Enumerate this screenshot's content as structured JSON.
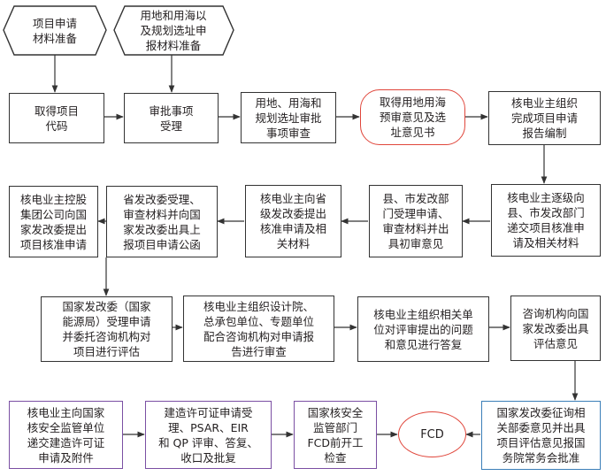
{
  "nodes": {
    "n1": "项目申请\n材料准备",
    "n2": "用地和用海以\n及规划选址申\n报材料准备",
    "n3": "取得项目\n代码",
    "n4": "审批事项\n受理",
    "n5": "用地、用海和\n规划选址审批\n事项审查",
    "n6": "取得用地用海\n预审意见及选\n址意见书",
    "n7": "核电业主组织\n完成项目申请\n报告编制",
    "n8": "核电业主逐级向\n县、市发改部门\n递交项目核准申\n请及相关材料",
    "n9": "县、市发改部\n门受理申请、\n审查材料并出\n具初审意见",
    "n10": "核电业主向省\n级发改委提出\n核准申请及相\n关材料",
    "n11": "省发改委受理、\n审查材料并向国\n家发改委出具上\n报项目申请公函",
    "n12": "核电业主控股\n集团公司向国\n家发改委提出\n项目核准申请",
    "n13": "国家发改委（国家\n能源局）受理申请\n并委托咨询机构对\n项目进行评估",
    "n14": "核电业主组织设计院、\n总承包单位、专题单位\n配合咨询机构对申请报\n告进行审查",
    "n15": "核电业主组织相关单\n位对评审提出的问题\n和意见进行答复",
    "n16": "咨询机构向国\n家发改委出具\n评估意见",
    "n17": "国家发改委征询相\n关部委意见并出具\n项目评估意见报国\n务院常务会批准",
    "n18": "FCD",
    "n19": "国家核安全\n监管部门\nFCD前开工\n检查",
    "n20": "建造许可证申请受\n理、PSAR、EIR\n和 QP 评审、答复、\n收口及批复",
    "n21": "核电业主向国家\n核安全监管单位\n递交建造许可证\n申请及附件"
  }
}
